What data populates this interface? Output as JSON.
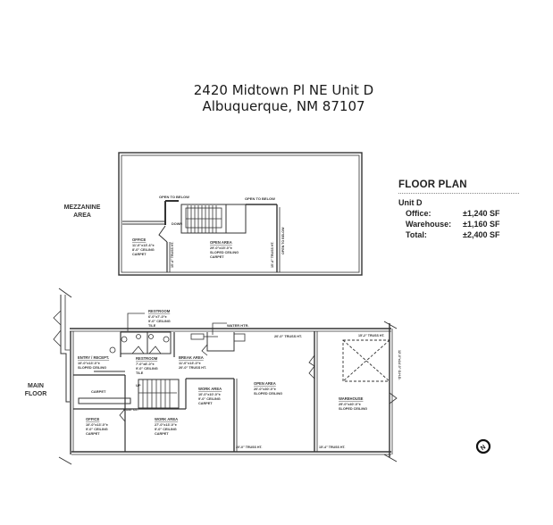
{
  "header": {
    "address_line1": "2420 Midtown Pl NE Unit D",
    "address_line2": "Albuquerque, NM 87107"
  },
  "legend": {
    "title": "FLOOR PLAN",
    "unit": "Unit D",
    "rows": [
      {
        "label": "Office:",
        "value": "±1,240 SF"
      },
      {
        "label": "Warehouse:",
        "value": "±1,160 SF"
      },
      {
        "label": "Total:",
        "value": "±2,400 SF"
      }
    ]
  },
  "levels": {
    "mezzanine_label": "MEZZANINE AREA",
    "main_floor_label": "MAIN FLOOR"
  },
  "mezzanine": {
    "open_to_below_1": "OPEN TO BELOW",
    "open_to_below_2": "OPEN TO BELOW",
    "open_to_below_vertical": "OPEN TO BELOW",
    "down_label": "DOWN",
    "truss_left": "15'-4\" TRUSS HT.",
    "truss_right": "15'-4\" TRUSS HT.",
    "office": {
      "name": "OFFICE",
      "dims": "11'-0\"x13'-6\"±",
      "ceiling": "8'-0\" CEILING",
      "floor": "CARPET"
    },
    "open_area": {
      "name": "OPEN AREA",
      "dims": "29'-0\"x15'-0\"±",
      "ceiling": "SLOPED CEILING",
      "floor": "CARPET"
    }
  },
  "main_floor": {
    "restroom_top": {
      "name": "RESTROOM",
      "dims": "6'-0\"x7'-0\"±",
      "ceiling": "9'-0\" CEILING",
      "floor": "TILE"
    },
    "restroom_mid": {
      "name": "RESTROOM",
      "dims": "7'-0\"x8'-0\"±",
      "ceiling": "9'-0\" CEILING",
      "floor": "TILE"
    },
    "entry_reception": {
      "name": "ENTRY / RECEPT.",
      "dims": "10'-0\"x13'-0\"±",
      "ceiling": "SLOPED CEILING"
    },
    "carpet_label": "CARPET",
    "break_area": {
      "name": "BREAK AREA",
      "dims": "11'-0\"x13'-0\"±",
      "ceiling": "20'-0\" TRUSS HT."
    },
    "water_heater": "WATER HTR.",
    "truss_top": "20'-0\" TRUSS HT.",
    "open_area": {
      "name": "OPEN AREA",
      "dims": "20'-0\"x30'-0\"±",
      "ceiling": "SLOPED CEILING"
    },
    "work_area_upper": {
      "name": "WORK AREA",
      "dims": "10'-0\"x10'-0\"±",
      "ceiling": "9'-0\" CEILING",
      "floor": "CARPET"
    },
    "work_area_lower": {
      "name": "WORK AREA",
      "dims": "27'-0\"x13'-0\"±",
      "ceiling": "9'-0\" CEILING",
      "floor": "CARPET"
    },
    "office": {
      "name": "OFFICE",
      "dims": "10'-0\"x13'-0\"±",
      "ceiling": "9'-0\" CEILING",
      "floor": "CARPET"
    },
    "stair_up": "UP",
    "coat_closet": "COAT CL.",
    "truss_bottom_open": "20'-0\" TRUSS HT.",
    "truss_bottom_wh": "15'-4\" TRUSS HT.",
    "truss_wh_top": "15'-2\" TRUSS HT.",
    "overhead_door": "12'-0\"x14'-0\" O.H.D.",
    "warehouse": {
      "name": "WAREHOUSE",
      "dims": "29'-0\"x40'-0\"±",
      "ceiling": "SLOPED CEILING"
    }
  },
  "north_arrow": {
    "glyph": "N"
  }
}
